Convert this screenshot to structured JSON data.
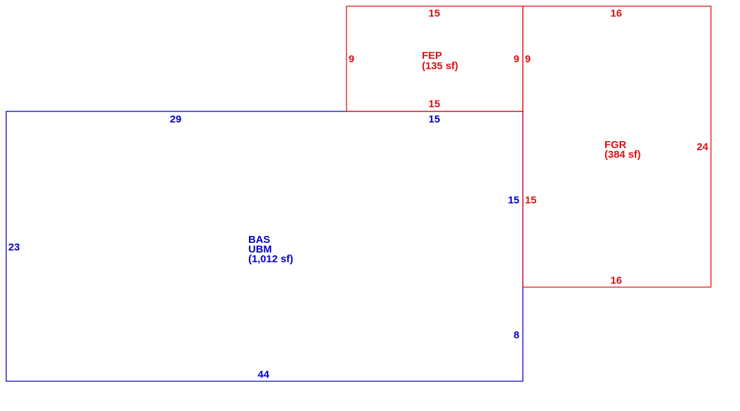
{
  "colors": {
    "blue": "#0000cc",
    "red": "#dd1111"
  },
  "areas": [
    {
      "name": "BAS",
      "lines": [
        "BAS",
        "UBM",
        "(1,012 sf)"
      ],
      "color": "blue",
      "dims": [
        "29",
        "15",
        "15",
        "8",
        "44",
        "23"
      ]
    },
    {
      "name": "FEP",
      "lines": [
        "FEP",
        "(135 sf)"
      ],
      "color": "red",
      "dims": [
        "15",
        "9",
        "15",
        "9"
      ]
    },
    {
      "name": "FGR",
      "lines": [
        "FGR",
        "(384 sf)"
      ],
      "color": "red",
      "dims": [
        "16",
        "9",
        "15",
        "24",
        "16"
      ]
    }
  ]
}
